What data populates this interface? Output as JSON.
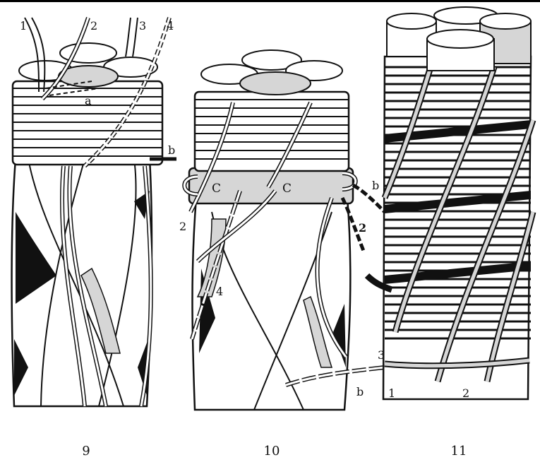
{
  "figures": [
    {
      "number": "9",
      "labels": [
        "1",
        "2",
        "3",
        "4",
        "a",
        "b"
      ]
    },
    {
      "number": "10",
      "labels": [
        "C",
        "C",
        "2",
        "4",
        "b",
        "2",
        "3",
        "b"
      ]
    },
    {
      "number": "11",
      "labels": [
        "1",
        "2"
      ]
    }
  ],
  "colors": {
    "ink": "#111111",
    "shade": "#d6d6d6",
    "paper": "#ffffff"
  }
}
